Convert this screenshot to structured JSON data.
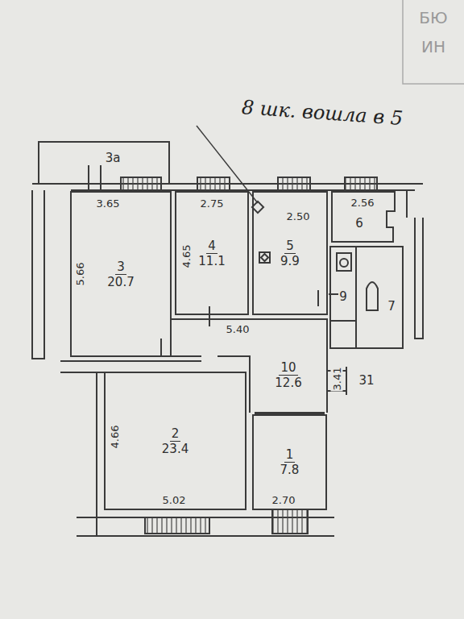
{
  "diagram": {
    "nodes": [
      {
        "text": [
          "3",
          "20.7"
        ]
      },
      {
        "text": [
          "4",
          "11.1"
        ]
      },
      {
        "text": [
          "5",
          "9.9"
        ]
      },
      {
        "text": [
          "6"
        ]
      },
      {
        "text": [
          "9"
        ]
      },
      {
        "text": [
          "7"
        ]
      },
      {
        "text": [
          "10",
          "12.6"
        ]
      },
      {
        "text": [
          "2",
          "23.4"
        ]
      },
      {
        "text": [
          "1",
          "7.8"
        ]
      }
    ],
    "labels": [
      "БЮ",
      "ИН",
      "8 шк. вошла в 5",
      "3а",
      "3.65",
      "2.75",
      "2.50",
      "2.56",
      "5.66",
      "4.65",
      "5.40",
      "3.41",
      "31",
      "4.66",
      "5.02",
      "2.70"
    ]
  }
}
